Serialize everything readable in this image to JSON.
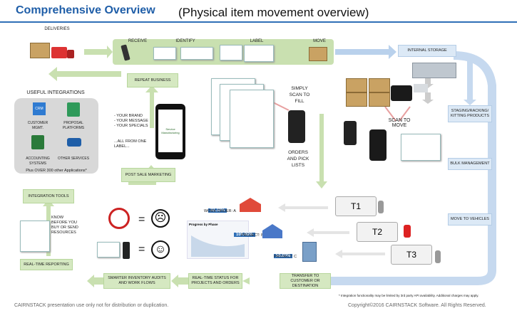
{
  "header": {
    "title": "Comprehensive Overview",
    "subtitle": "(Physical item movement overview)"
  },
  "flow": {
    "deliveries": "DELIVERIES",
    "receive": "RECEIVE",
    "identify": "IDENTIFY",
    "label": "LABEL",
    "move": "MOVE",
    "internal_storage": "INTERNAL STORAGE",
    "staging": "STAGING/RACKING/ KITTING PRODUCTS",
    "bulk": "BULK MANAGEMENT",
    "move_vehicles": "MOVE TO VEHICLES",
    "transfer": "TRANSFER TO CUSTOMER OR DESTINATION",
    "realtime_status": "REAL-TIME STATUS FOR PROJECTS AND ORDERS",
    "smarter": "SMARTER INVENTORY AUDITS AND WORK FLOWS",
    "realtime_reporting": "REAL-TIME REPORTING",
    "integration_tools": "INTEGRATION TOOLS",
    "post_sale": "POST SALE MARKETING",
    "repeat": "REPEAT BUSINESS",
    "simply_scan": "SIMPLY SCAN TO FILL",
    "orders": "ORDERS AND PICK LISTS",
    "scan_to_move": "SCAN TO MOVE",
    "know_before": "KNOW BEFORE YOU BUY OR SEND RESOURCES"
  },
  "integrations": {
    "title": "USEFUL INTEGRATIONS",
    "items": [
      "CUSTOMER MGMT.",
      "PROPOSAL PLATFORMS",
      "ACCOUNTING SYSTEMS",
      "OTHER SERVICES"
    ],
    "crm_icon_text": "CRM",
    "more": "Plus OVER 300 other Applications*"
  },
  "brand": {
    "lines": [
      "- YOUR BRAND",
      "- YOUR MESSAGE",
      "- YOUR SPECIALS"
    ],
    "all": "...ALL FROM ONE LABEL...",
    "phone_text": "Service Manufacturing"
  },
  "progress": {
    "title": "Progress by Phase"
  },
  "work": [
    {
      "pct": "33.33%",
      "label": "WORK ORDER: A"
    },
    {
      "pct": "100.00%",
      "label": "PROJECT: B"
    },
    {
      "pct": "50.00%",
      "label": "PROJECT: C"
    }
  ],
  "trucks": [
    "T1",
    "T2",
    "T3"
  ],
  "footer": {
    "note": "* Integration functionality may be limited by 3rd party API availability. Additional charges may apply.",
    "left": "CAIRNSTACK presentation use only not for distribution or duplication.",
    "right": "Copyright©2016 CAIRNSTACK Software. All Rights Reserved."
  },
  "colors": {
    "accent": "#1f5ea8",
    "green": "#d5e8c1",
    "blue": "#dce9f6",
    "arrow_blue": "#b9d1ec",
    "arrow_green": "#c9e0b0"
  }
}
